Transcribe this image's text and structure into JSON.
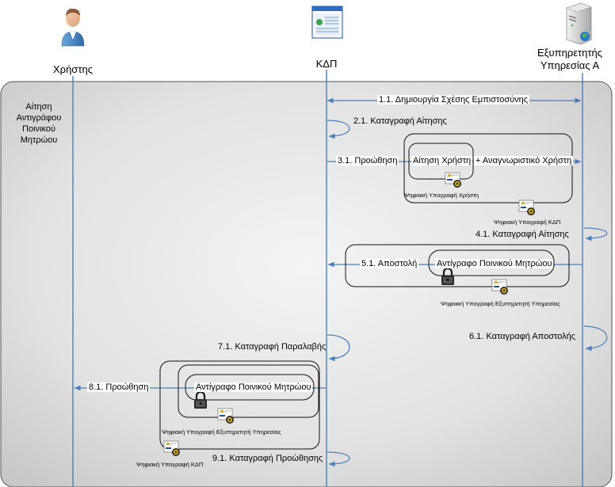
{
  "actors": {
    "user": "Χρήστης",
    "kdp": "ΚΔΠ",
    "service_line1": "Εξυπηρετητής",
    "service_line2": "Υπηρεσίας Α"
  },
  "process_title": [
    "Αίτηση",
    "Αντιγράφου",
    "Ποινικού",
    "Μητρώου"
  ],
  "messages": {
    "m1": "1.1.  Δημιουργία Σχέσης Εμπιστοσύνης",
    "m2": "2.1.  Καταγραφή Αίτησης",
    "m3": "3.1.  Προώθηση",
    "m4": "4.1.  Καταγραφή Αίτησης",
    "m5": "5.1.  Αποστολή",
    "m6": "6.1.  Καταγραφή Αποστολής",
    "m7": "7.1.  Καταγραφή Παραλαβής",
    "m8": "8.1.  Προώθηση",
    "m9": "9.1.  Καταγραφή Προώθησης"
  },
  "payloads": {
    "user_request": "Αίτηση Χρήστη",
    "user_identifier": "+ Αναγνωριστικό Χρήστη",
    "criminal_record_copy": "Αντίγραφο  Ποινικού Μητρώου"
  },
  "signatures": {
    "user_signature": "Ψηφιακή Υπογραφή Χρήστη",
    "kdp_signature": "Ψηφιακή Υπογραφή ΚΔΠ",
    "service_signature": "Ψηφιακή Υπογραφή Εξυπηρετητή Υπηρεσίας"
  },
  "colors": {
    "lifeline": "#4a7ebb",
    "panel_light": "#f2f2f2",
    "panel_dark": "#c6c6c6",
    "panel_border": "#555555"
  },
  "icons": [
    "user-icon",
    "browser-window-icon",
    "server-icon",
    "padlock-icon",
    "certificate-icon"
  ]
}
